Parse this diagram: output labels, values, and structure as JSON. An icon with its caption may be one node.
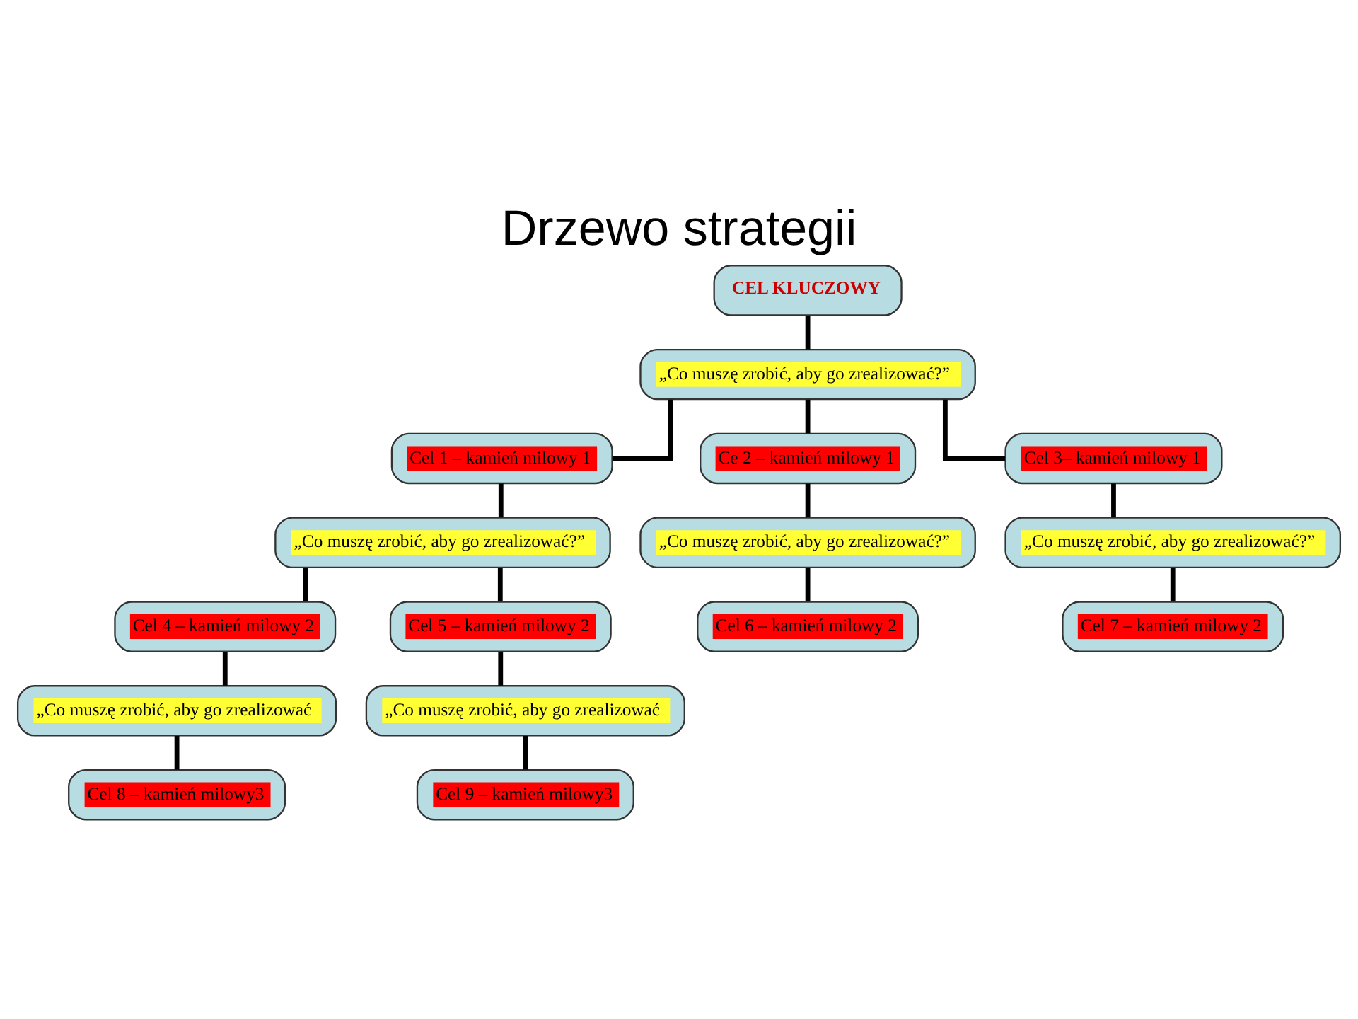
{
  "diagram": {
    "title": "Drzewo strategii",
    "nodes": [
      {
        "text": [
          "CEL KLUCZOWY"
        ]
      },
      {
        "text": [
          "„Co muszę zrobić, aby go zrealizować?”"
        ]
      },
      {
        "text": [
          "Cel 1 – kamień milowy 1"
        ]
      },
      {
        "text": [
          "Ce 2 – kamień milowy 1"
        ]
      },
      {
        "text": [
          "Cel 3– kamień milowy 1"
        ]
      },
      {
        "text": [
          "„Co muszę zrobić, aby go zrealizować?”"
        ]
      },
      {
        "text": [
          "„Co muszę zrobić, aby go zrealizować?”"
        ]
      },
      {
        "text": [
          "„Co muszę zrobić, aby go zrealizować?”"
        ]
      },
      {
        "text": [
          "Cel 4 – kamień milowy 2"
        ]
      },
      {
        "text": [
          "Cel 6 – kamień milowy 2"
        ]
      },
      {
        "text": [
          "Cel 7 – kamień milowy 2"
        ]
      },
      {
        "text": [
          "„Co muszę zrobić, aby go zrealizować"
        ]
      },
      {
        "text": [
          "Cel 8 – kamień milowy3"
        ]
      },
      {
        "text": [
          "Cel 5 – kamień milowy 2"
        ]
      },
      {
        "text": [
          "„Co muszę zrobić, aby go zrealizować"
        ]
      },
      {
        "text": [
          "Cel 9 – kamień milowy3"
        ]
      }
    ],
    "edges": [
      {
        "from": 0,
        "to": 1,
        "arrow": "none"
      },
      {
        "from": 1,
        "to": 2,
        "arrow": "none"
      },
      {
        "from": 1,
        "to": 3,
        "arrow": "none"
      },
      {
        "from": 1,
        "to": 4,
        "arrow": "none"
      },
      {
        "from": 2,
        "to": 5,
        "arrow": "none"
      },
      {
        "from": 3,
        "to": 6,
        "arrow": "none"
      },
      {
        "from": 4,
        "to": 7,
        "arrow": "none"
      },
      {
        "from": 5,
        "to": 8,
        "arrow": "none"
      },
      {
        "from": 5,
        "to": 13,
        "arrow": "none"
      },
      {
        "from": 6,
        "to": 9,
        "arrow": "none"
      },
      {
        "from": 7,
        "to": 10,
        "arrow": "none"
      },
      {
        "from": 8,
        "to": 11,
        "arrow": "none"
      },
      {
        "from": 11,
        "to": 12,
        "arrow": "none"
      },
      {
        "from": 13,
        "to": 14,
        "arrow": "none"
      },
      {
        "from": 14,
        "to": 15,
        "arrow": "none"
      }
    ]
  }
}
